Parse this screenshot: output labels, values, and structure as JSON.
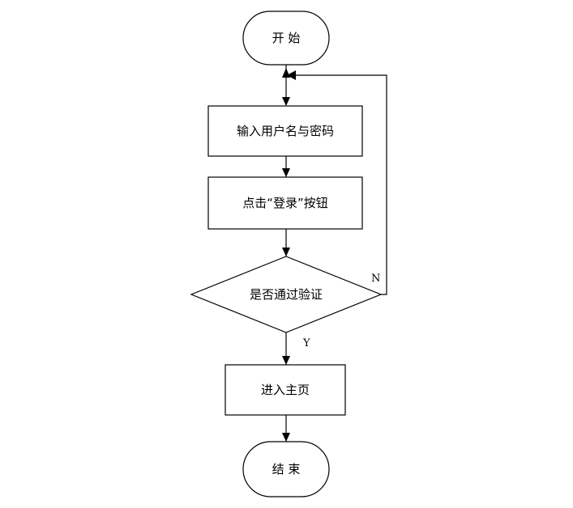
{
  "flowchart": {
    "nodes": {
      "start": {
        "type": "terminal",
        "label": "开 始"
      },
      "input": {
        "type": "process",
        "label": "输入用户名与密码"
      },
      "click_login": {
        "type": "process",
        "label": "点击“登录”按钮"
      },
      "verify": {
        "type": "decision",
        "label": "是否通过验证"
      },
      "home": {
        "type": "process",
        "label": "进入主页"
      },
      "end": {
        "type": "terminal",
        "label": "结 束"
      }
    },
    "edges": [
      {
        "from": "start",
        "to": "input",
        "label": ""
      },
      {
        "from": "input",
        "to": "click_login",
        "label": ""
      },
      {
        "from": "click_login",
        "to": "verify",
        "label": ""
      },
      {
        "from": "verify",
        "to": "home",
        "label": "Y"
      },
      {
        "from": "verify",
        "to": "input",
        "label": "N"
      },
      {
        "from": "home",
        "to": "end",
        "label": ""
      }
    ],
    "labels": {
      "yes": "Y",
      "no": "N"
    }
  }
}
